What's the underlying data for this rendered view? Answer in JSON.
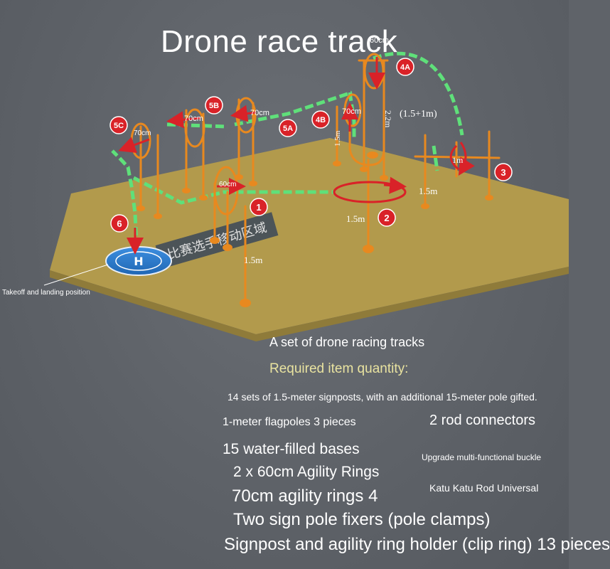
{
  "title": "Drone race track",
  "scene": {
    "dimensions": {
      "ring_60_top": "60cm",
      "height_2_2": "2.2m",
      "height_combo": "(1.5+1m)",
      "ring_70_4b": "70cm",
      "height_1_5_left": "1.5m",
      "ring_70_5b": "70cm",
      "ring_70_5a": "70cm",
      "ring_70_5c": "70cm",
      "ring_60_gate1": "60cm",
      "flag_1m": "1m",
      "height_1_5_right": "1.5m",
      "height_1_5_center": "1.5m",
      "height_1_5_gate1": "1.5m"
    },
    "markers": [
      "4A",
      "4B",
      "5B",
      "5A",
      "5C",
      "1",
      "2",
      "3",
      "6"
    ],
    "mat_text": "比赛选手移动区域",
    "pad_symbol": "H",
    "colors": {
      "mat": "#b29a4c",
      "pole": "#e8891f",
      "path": "#5fe07a",
      "marker": "#d92228",
      "pad": "#2a79c9"
    }
  },
  "takeoff_label": "Takeoff and landing position",
  "info": {
    "subtitle": "A set of drone racing tracks",
    "required": "Required item quantity:",
    "items": [
      "14 sets of 1.5-meter signposts, with an additional 15-meter pole gifted.",
      "1-meter flagpoles 3 pieces",
      "2 rod connectors",
      "15 water-filled bases",
      "Upgrade multi-functional buckle",
      "2 x 60cm Agility Rings",
      "70cm agility rings 4",
      "Katu Katu Rod Universal",
      "Two sign pole fixers (pole clamps)",
      "Signpost and agility ring holder (clip ring) 13 pieces"
    ]
  }
}
